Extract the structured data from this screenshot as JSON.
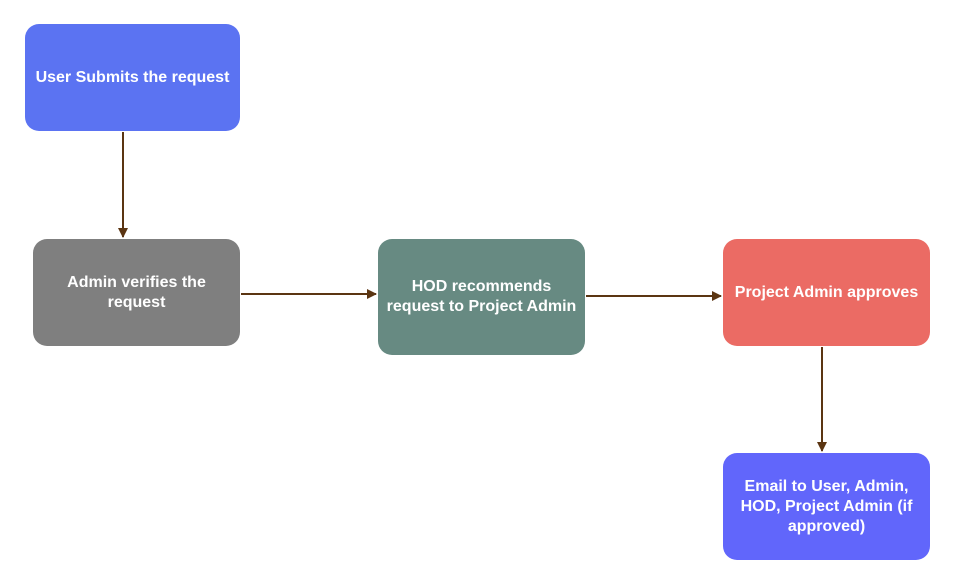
{
  "colors": {
    "submit": "#5b73f2",
    "admin": "#7f7f7f",
    "hod": "#678a82",
    "project_admin": "#eb6b64",
    "email": "#6166fb",
    "arrow": "#5b3512"
  },
  "nodes": [
    {
      "id": "submit",
      "label": "User Submits the request"
    },
    {
      "id": "admin-verify",
      "label": "Admin verifies the request"
    },
    {
      "id": "hod-recommend",
      "label": "HOD recommends request to Project Admin"
    },
    {
      "id": "project-admin-approve",
      "label": "Project Admin approves"
    },
    {
      "id": "email-notify",
      "label": "Email to User, Admin, HOD, Project Admin (if approved)"
    }
  ],
  "edges": [
    {
      "from": "submit",
      "to": "admin-verify"
    },
    {
      "from": "admin-verify",
      "to": "hod-recommend"
    },
    {
      "from": "hod-recommend",
      "to": "project-admin-approve"
    },
    {
      "from": "project-admin-approve",
      "to": "email-notify"
    }
  ]
}
